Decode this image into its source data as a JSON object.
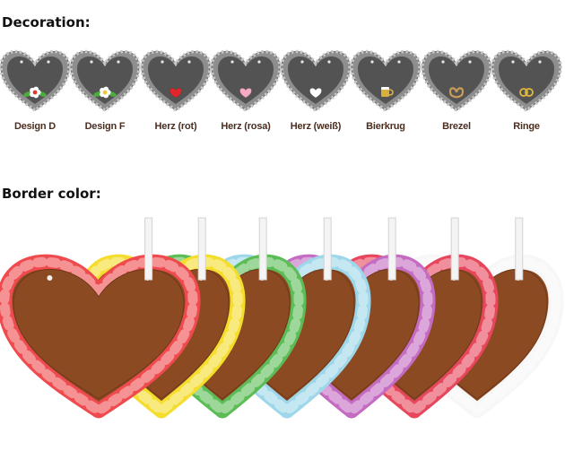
{
  "decoration": {
    "title": "Decoration:",
    "items": [
      {
        "label": "Design D",
        "motif": "flower-white-icon",
        "color": "#ffffff"
      },
      {
        "label": "Design F",
        "motif": "flower-green-icon",
        "color": "#ffffff"
      },
      {
        "label": "Herz (rot)",
        "motif": "heart-icon",
        "color": "#e3262b"
      },
      {
        "label": "Herz (rosa)",
        "motif": "heart-icon",
        "color": "#f5a9c4"
      },
      {
        "label": "Herz (weiß)",
        "motif": "heart-icon",
        "color": "#ffffff"
      },
      {
        "label": "Bierkrug",
        "motif": "beer-mug-icon",
        "color": "#d9b13a"
      },
      {
        "label": "Brezel",
        "motif": "pretzel-icon",
        "color": "#c99b57"
      },
      {
        "label": "Ringe",
        "motif": "rings-icon",
        "color": "#e0b93c"
      }
    ]
  },
  "border": {
    "title": "Border color:",
    "colors": [
      {
        "name": "red",
        "hex": "#ef4a4e"
      },
      {
        "name": "yellow",
        "hex": "#f5dd2c"
      },
      {
        "name": "green",
        "hex": "#5cbd57"
      },
      {
        "name": "light-blue",
        "hex": "#9fd7ea"
      },
      {
        "name": "purple",
        "hex": "#c46bc2"
      },
      {
        "name": "red",
        "hex": "#e8465c"
      },
      {
        "name": "white",
        "hex": "#f7f7f7"
      }
    ]
  }
}
